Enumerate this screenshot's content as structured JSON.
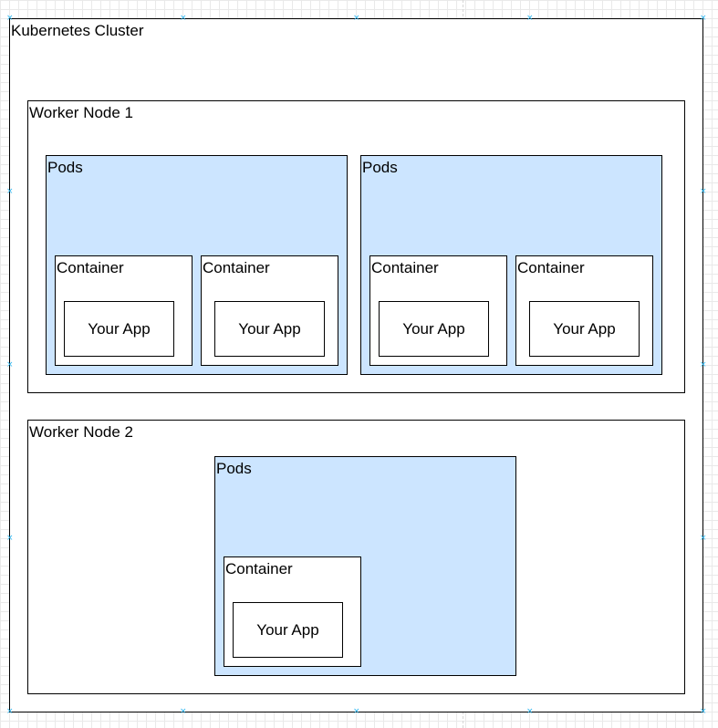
{
  "cluster": {
    "label": "Kubernetes Cluster"
  },
  "nodes": [
    {
      "label": "Worker Node 1",
      "pods": [
        {
          "label": "Pods",
          "containers": [
            {
              "label": "Container",
              "app": "Your App"
            },
            {
              "label": "Container",
              "app": "Your App"
            }
          ]
        },
        {
          "label": "Pods",
          "containers": [
            {
              "label": "Container",
              "app": "Your App"
            },
            {
              "label": "Container",
              "app": "Your App"
            }
          ]
        }
      ]
    },
    {
      "label": "Worker Node 2",
      "pods": [
        {
          "label": "Pods",
          "containers": [
            {
              "label": "Container",
              "app": "Your App"
            }
          ]
        }
      ]
    }
  ],
  "colors": {
    "pod_fill": "#cce5ff",
    "selection_handle": "#29b6f2",
    "grid": "#e9e9e9"
  }
}
